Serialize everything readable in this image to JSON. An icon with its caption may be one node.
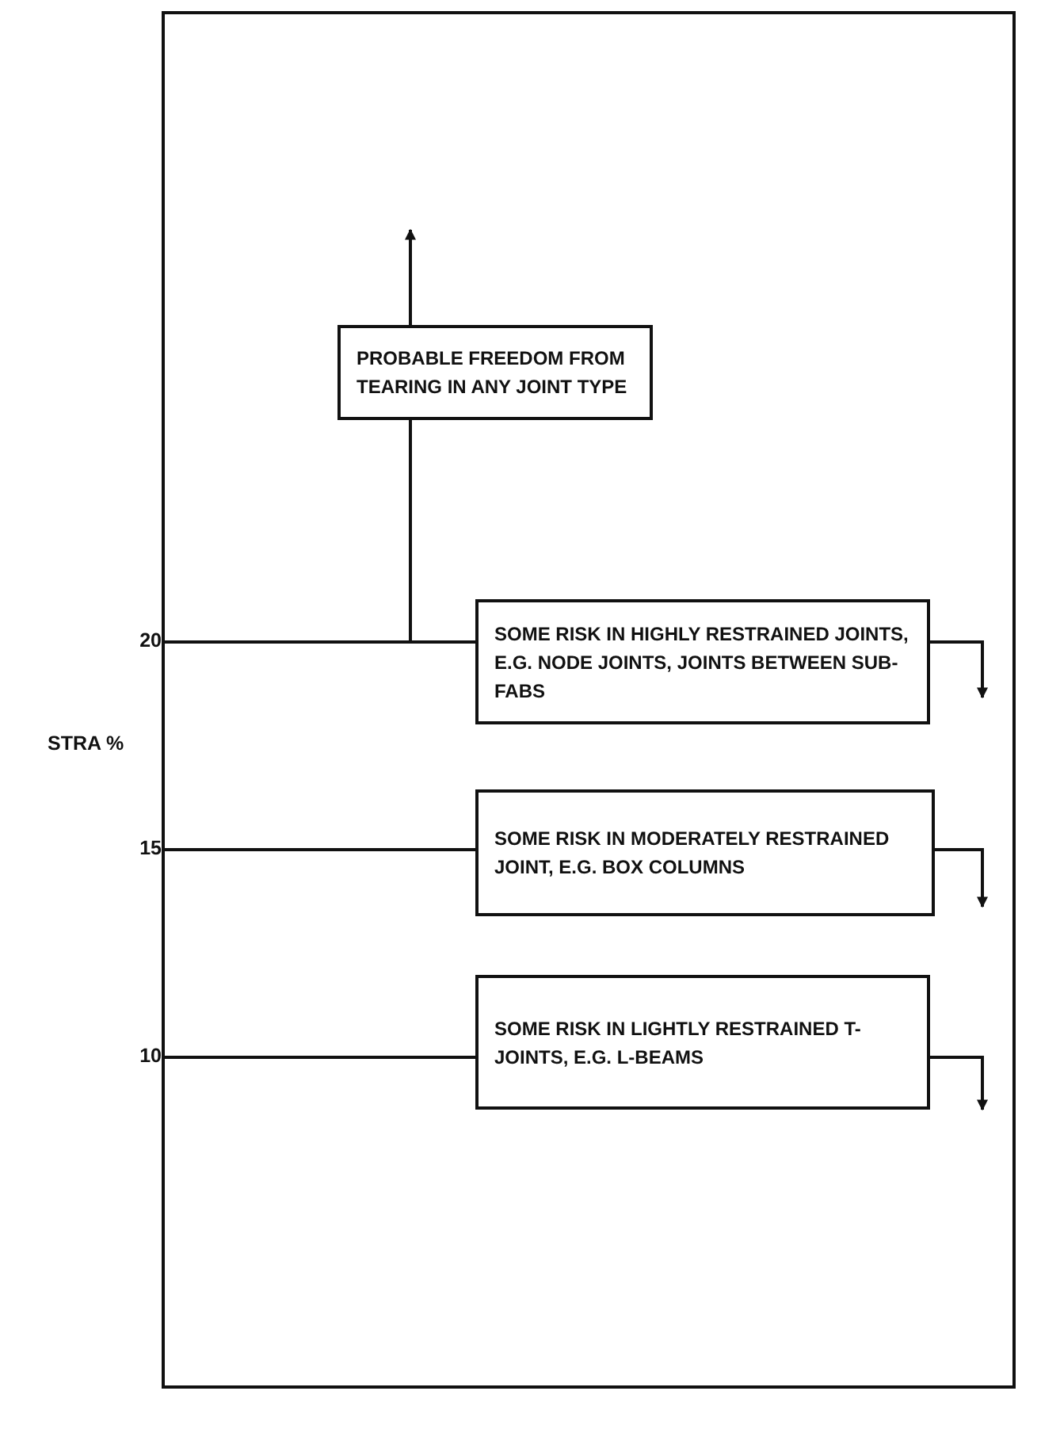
{
  "diagram": {
    "nodes": [
      {
        "text": [
          "PROBABLE FREEDOM FROM TEARING IN ANY JOINT TYPE"
        ]
      },
      {
        "text": [
          "SOME RISK IN HIGHLY RESTRAINED JOINTS, E.G. NODE JOINTS, JOINTS BETWEEN SUB-FABS"
        ]
      },
      {
        "text": [
          "SOME RISK IN MODERATELY RESTRAINED JOINT, E.G. BOX COLUMNS"
        ]
      },
      {
        "text": [
          "SOME RISK IN LIGHTLY RESTRAINED T-JOINTS, E.G. L-BEAMS"
        ]
      },
      {
        "text": [
          "20"
        ]
      },
      {
        "text": [
          "15"
        ]
      },
      {
        "text": [
          "10"
        ]
      }
    ],
    "edges": [
      {
        "from": 4,
        "to": 1,
        "arrow": "none"
      },
      {
        "from": 4,
        "to": 0,
        "arrow": "none"
      },
      {
        "from": 0,
        "to": null,
        "arrow": "to"
      },
      {
        "from": 5,
        "to": 2,
        "arrow": "none"
      },
      {
        "from": 6,
        "to": 3,
        "arrow": "none"
      },
      {
        "from": 1,
        "to": null,
        "arrow": "to"
      },
      {
        "from": 2,
        "to": null,
        "arrow": "to"
      },
      {
        "from": 3,
        "to": null,
        "arrow": "to"
      }
    ],
    "labels": [
      "STRA %"
    ]
  }
}
